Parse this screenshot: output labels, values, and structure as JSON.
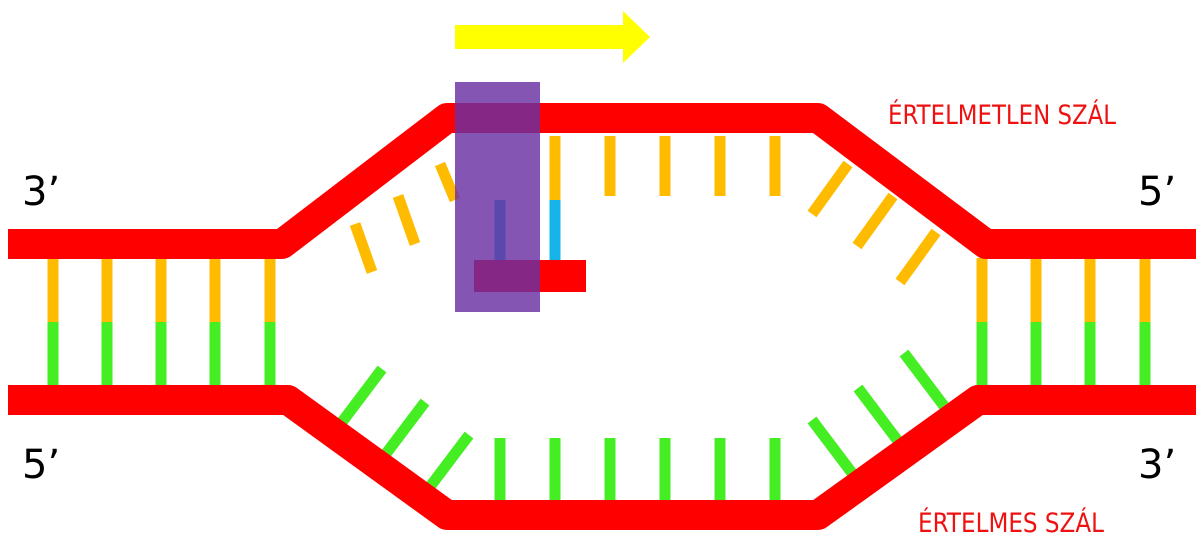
{
  "labels": {
    "top_left_end": "3’",
    "top_right_end": "5’",
    "bottom_left_end": "5’",
    "bottom_right_end": "3’",
    "template_strand": "ÉRTELMETLEN SZÁL",
    "coding_strand": "ÉRTELMES SZÁL"
  },
  "colors": {
    "backbone": "#ff0000",
    "template_base": "#ffbb00",
    "coding_base": "#44ee22",
    "rna_base": "#16b4e8",
    "rna_strand": "#ff0000",
    "polymerase": "#6a2fa2",
    "direction_arrow": "#ffff00",
    "strand_label": "#ee1111"
  },
  "icons": {
    "direction": "direction-arrow-icon",
    "polymerase": "rna-polymerase-block"
  }
}
